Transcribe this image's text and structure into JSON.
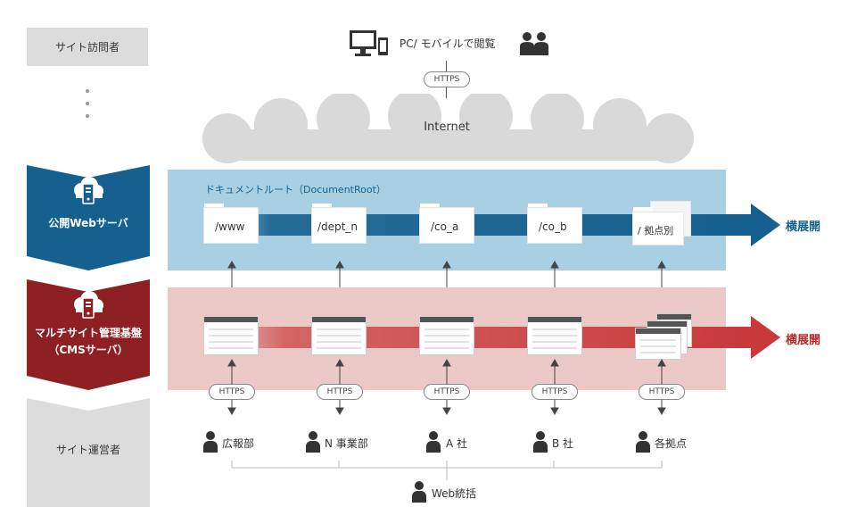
{
  "left_column": {
    "site_visitors": "サイト訪問者",
    "public_web_server": "公開Webサーバ",
    "cms_line1": "マルチサイト管理基盤",
    "cms_line2": "（CMSサーバ）",
    "site_operators": "サイト運営者"
  },
  "top": {
    "device_label": "PC/ モバイルで閲覧",
    "https": "HTTPS",
    "internet": "Internet"
  },
  "web_layer": {
    "docroot_label": "ドキュメントルート（DocumentRoot）",
    "folders": [
      "/www",
      "/dept_n",
      "/co_a",
      "/co_b",
      "/ 拠点別"
    ],
    "expand_label": "横展開",
    "color": "#16608f"
  },
  "cms_layer": {
    "expand_label": "横展開",
    "color": "#b8292c"
  },
  "https_labels": [
    "HTTPS",
    "HTTPS",
    "HTTPS",
    "HTTPS",
    "HTTPS"
  ],
  "operators": [
    "広報部",
    "N 事業部",
    "A 社",
    "B 社",
    "各拠点"
  ],
  "web_governance": "Web統括"
}
